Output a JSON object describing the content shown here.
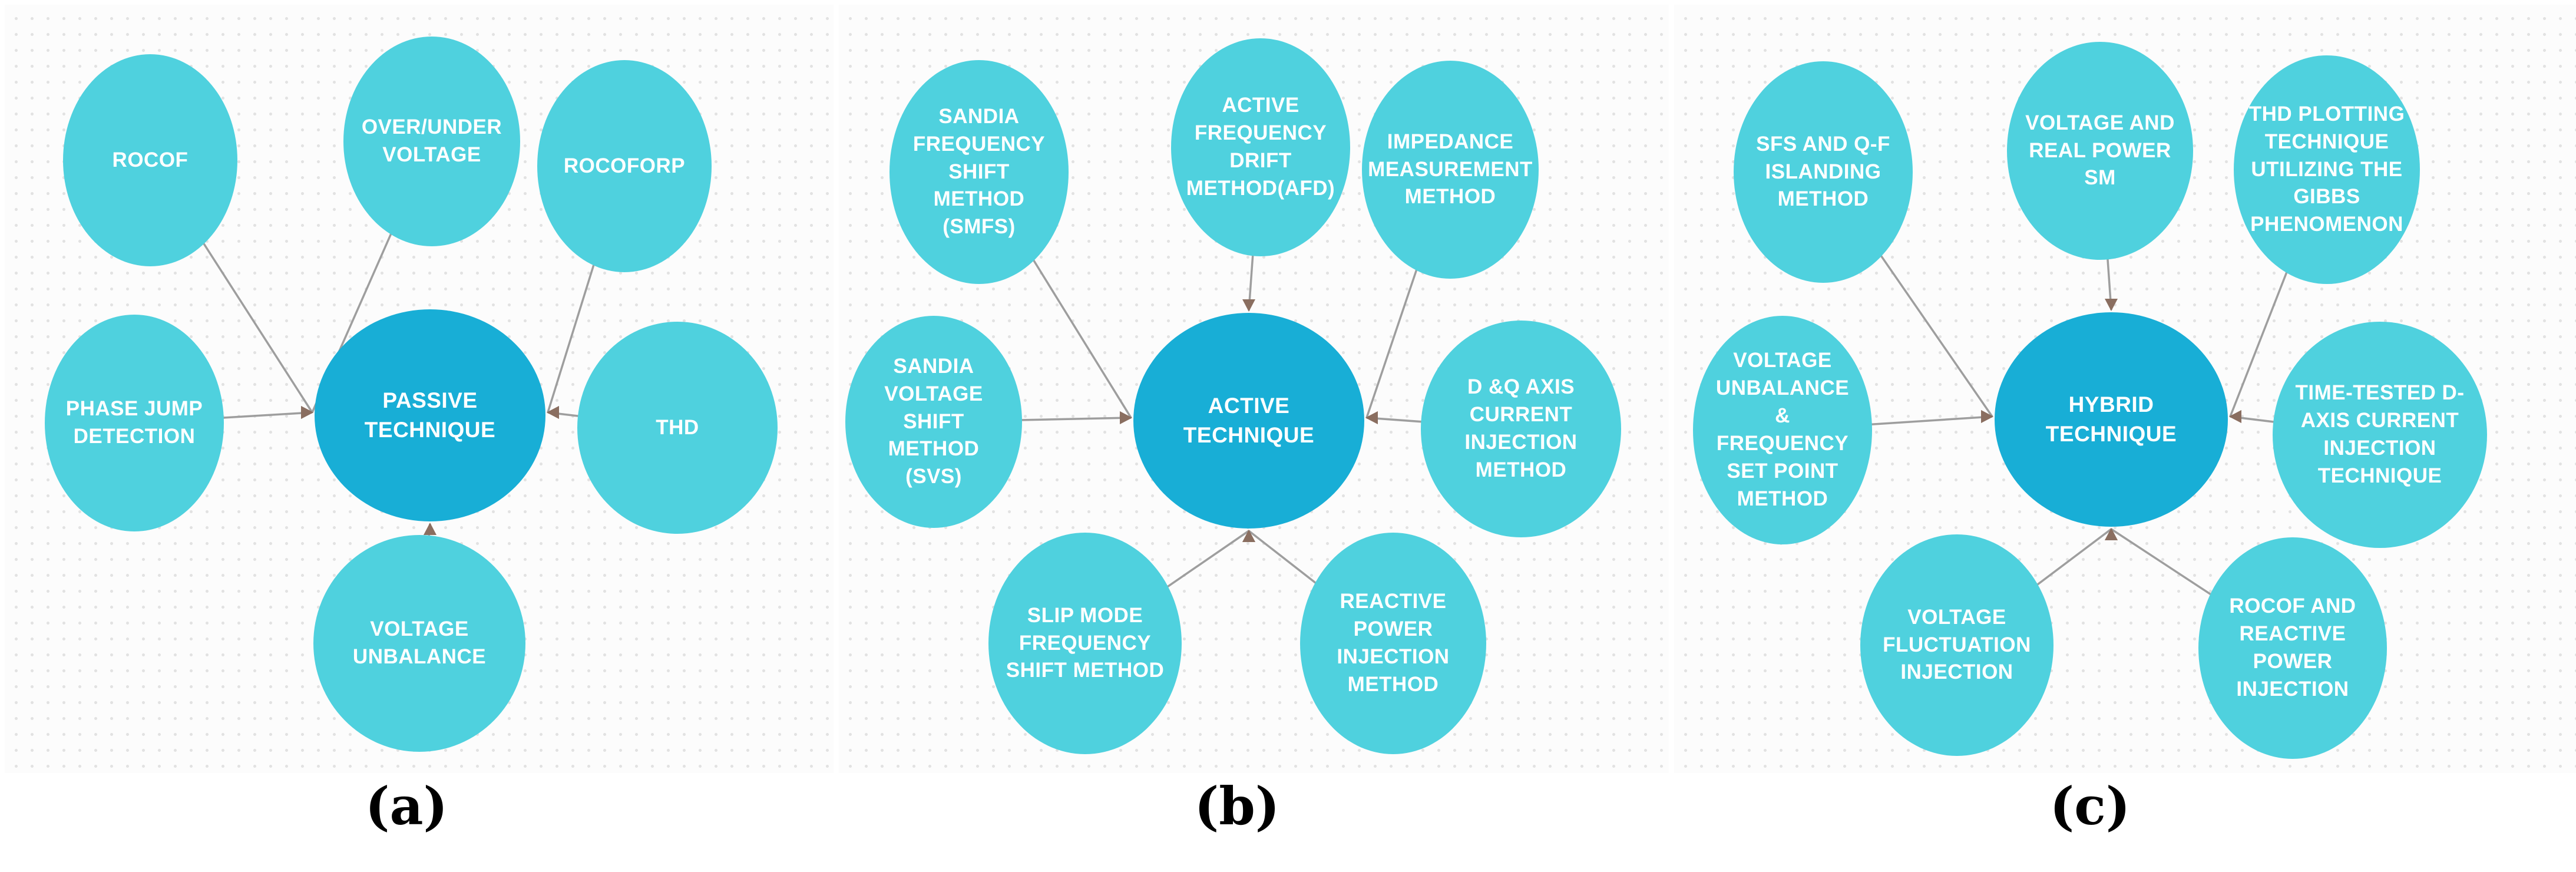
{
  "figure": {
    "panels": [
      {
        "id": "a",
        "caption": "(a)",
        "center": {
          "id": "passive-technique",
          "label": "PASSIVE TECHNIQUE"
        },
        "satellites": [
          {
            "id": "rocof",
            "label": "ROCOF"
          },
          {
            "id": "over-under-voltage",
            "label": "OVER/UNDER VOLTAGE"
          },
          {
            "id": "rocoforp",
            "label": "ROCOFORP"
          },
          {
            "id": "phase-jump-detection",
            "label": "PHASE JUMP DETECTION"
          },
          {
            "id": "thd",
            "label": "THD"
          },
          {
            "id": "voltage-unbalance",
            "label": "VOLTAGE UNBALANCE"
          }
        ]
      },
      {
        "id": "b",
        "caption": "(b)",
        "center": {
          "id": "active-technique",
          "label": "ACTIVE TECHNIQUE"
        },
        "satellites": [
          {
            "id": "sandia-frequency-shift",
            "label": "SANDIA FREQUENCY SHIFT METHOD (SMFS)"
          },
          {
            "id": "active-frequency-drift",
            "label": "ACTIVE FREQUENCY DRIFT METHOD(AFD)"
          },
          {
            "id": "impedance-measurement",
            "label": "IMPEDANCE MEASUREMENT METHOD"
          },
          {
            "id": "sandia-voltage-shift",
            "label": "SANDIA VOLTAGE SHIFT METHOD (SVS)"
          },
          {
            "id": "dq-axis-current-injection",
            "label": "D &Q AXIS CURRENT INJECTION METHOD"
          },
          {
            "id": "slip-mode-frequency-shift",
            "label": "SLIP MODE FREQUENCY SHIFT METHOD"
          },
          {
            "id": "reactive-power-injection",
            "label": "REACTIVE POWER INJECTION METHOD"
          }
        ]
      },
      {
        "id": "c",
        "caption": "(c)",
        "center": {
          "id": "hybrid-technique",
          "label": "HYBRID TECHNIQUE"
        },
        "satellites": [
          {
            "id": "sfs-qf-islanding",
            "label": "SFS AND Q-F ISLANDING METHOD"
          },
          {
            "id": "voltage-real-power-sm",
            "label": "VOLTAGE AND REAL POWER SM"
          },
          {
            "id": "thd-plotting-gibbs",
            "label": "THD PLOTTING TECHNIQUE UTILIZING THE GIBBS PHENOMENON"
          },
          {
            "id": "voltage-unbalance-frequency-set-point",
            "label": "VOLTAGE UNBALANCE & FREQUENCY SET POINT METHOD"
          },
          {
            "id": "time-tested-d-axis",
            "label": "TIME-TESTED D-AXIS CURRENT INJECTION TECHNIQUE"
          },
          {
            "id": "voltage-fluctuation-injection",
            "label": "VOLTAGE FLUCTUATION INJECTION"
          },
          {
            "id": "rocof-reactive-power-injection",
            "label": "ROCOF AND REACTIVE POWER INJECTION"
          }
        ]
      }
    ]
  },
  "colors": {
    "satellite_fill": "#4fd1de",
    "center_fill": "#18aed6",
    "node_text": "#ffffff",
    "connector_line": "#9e9e9e",
    "arrowhead": "#8a6e60",
    "caption_text": "#000000"
  }
}
